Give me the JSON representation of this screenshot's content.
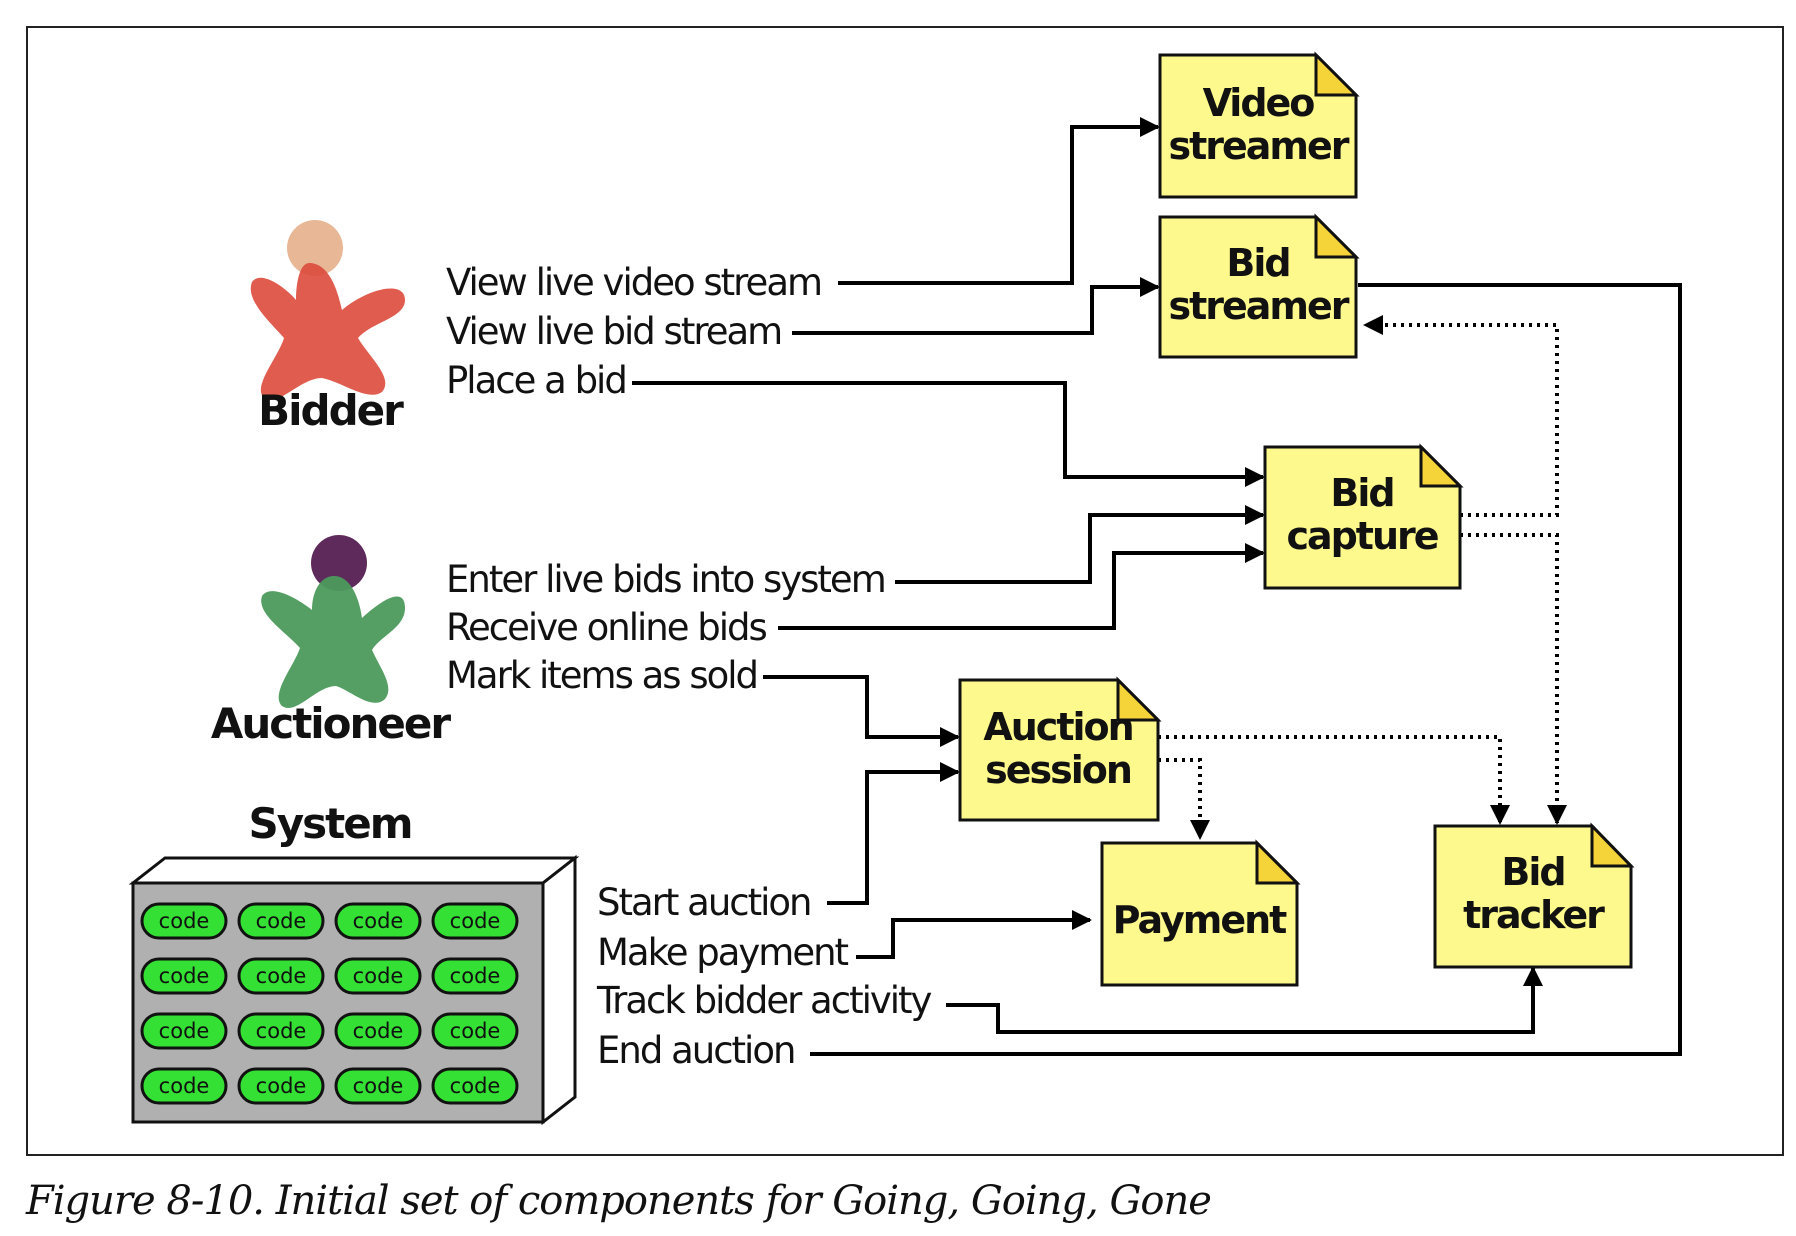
{
  "actors": {
    "bidder": {
      "name": "Bidder",
      "head_color": "#E8B896",
      "body_color": "#DC4A3C"
    },
    "auctioneer": {
      "name": "Auctioneer",
      "head_color": "#5E2A5C",
      "body_color": "#4C9A5C"
    }
  },
  "system": {
    "title": "System",
    "module_label": "code",
    "module_color": "#33E033",
    "box_color": "#B0B0B0"
  },
  "components": {
    "video_streamer": [
      "Video",
      "streamer"
    ],
    "bid_streamer": [
      "Bid",
      "streamer"
    ],
    "bid_capture": [
      "Bid",
      "capture"
    ],
    "auction_session": [
      "Auction",
      "session"
    ],
    "payment": [
      "Payment"
    ],
    "bid_tracker": [
      "Bid",
      "tracker"
    ],
    "fill_color": "#FDF98D",
    "corner_color": "#F5D43A"
  },
  "actions": {
    "view_video": "View live video stream",
    "view_bids": "View live bid stream",
    "place_bid": "Place a bid",
    "enter_bids": "Enter live bids into system",
    "receive_bids": "Receive online bids",
    "mark_sold": "Mark items as sold",
    "start_auction": "Start auction",
    "make_payment": "Make payment",
    "track_activity": "Track bidder activity",
    "end_auction": "End auction"
  },
  "caption": "Figure 8-10. Initial set of components for Going, Going, Gone"
}
